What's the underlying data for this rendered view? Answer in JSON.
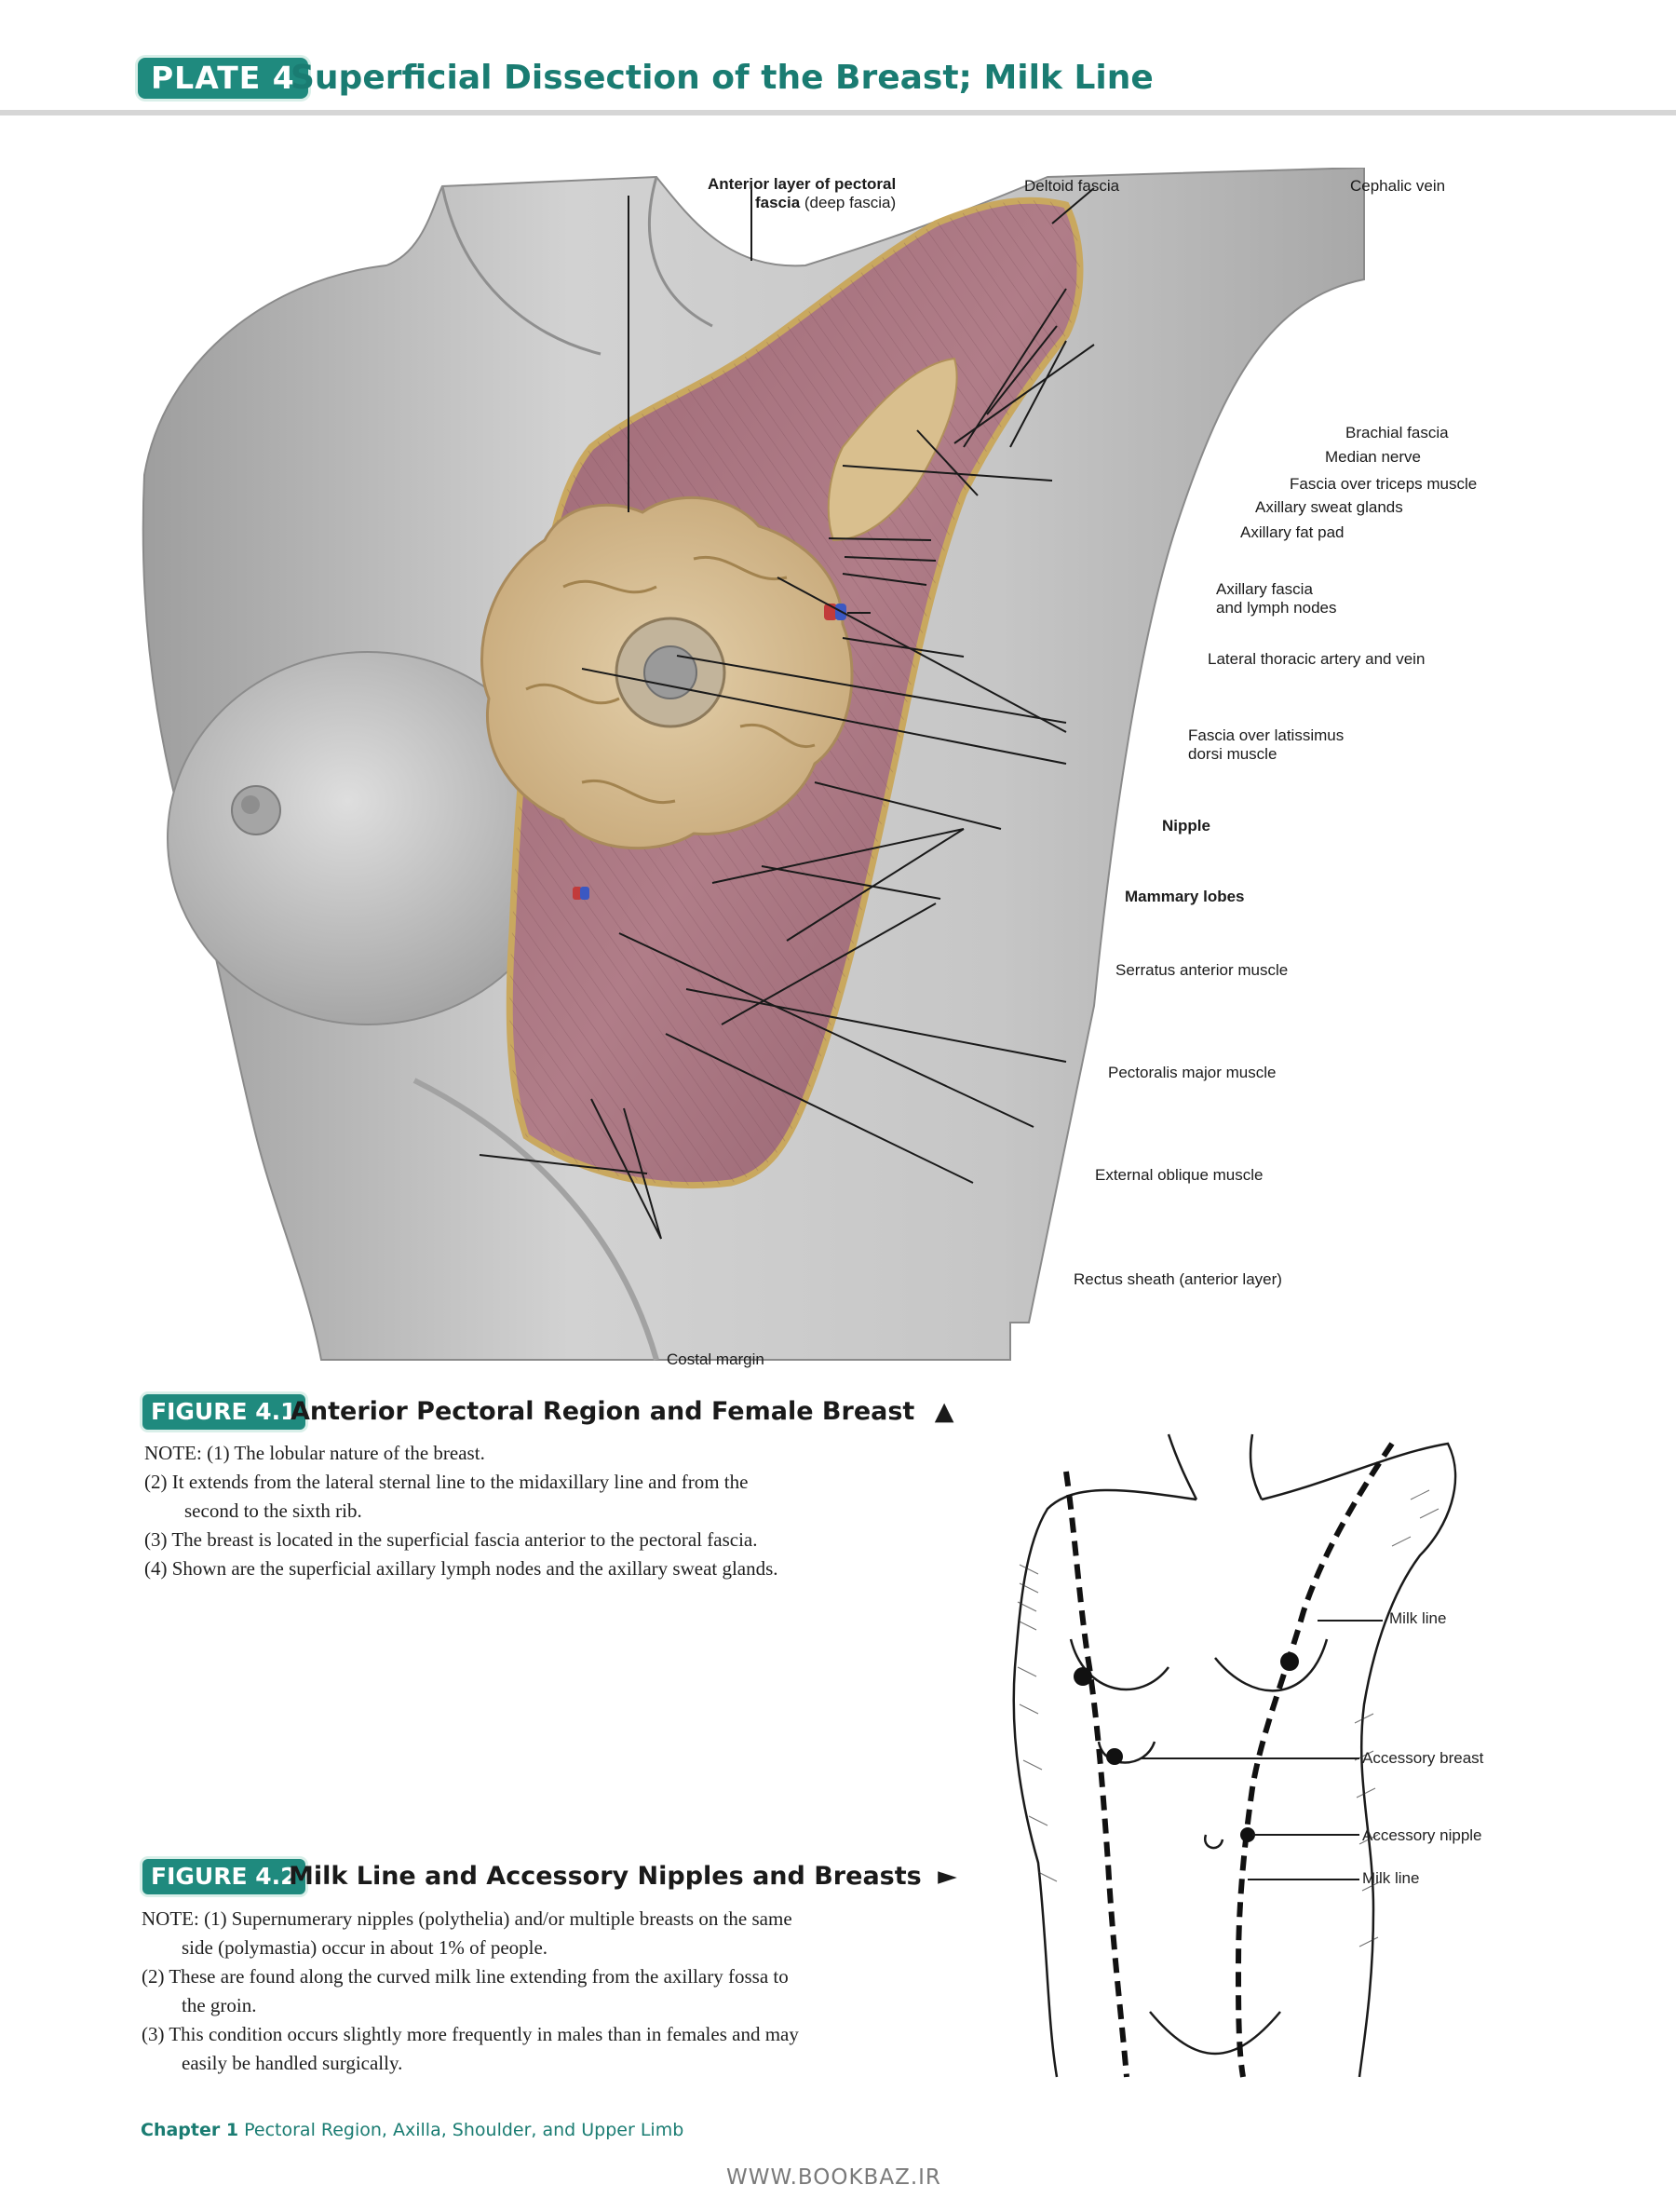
{
  "header": {
    "plate_label": "PLATE 4",
    "title": "Superficial Dissection of the Breast; Milk Line"
  },
  "figure1": {
    "labels": {
      "anterior_layer_line1": "Anterior layer of pectoral",
      "anterior_layer_line2_bold": "fascia",
      "anterior_layer_line2_rest": " (deep fascia)",
      "deltoid_fascia": "Deltoid fascia",
      "cephalic_vein": "Cephalic vein",
      "brachial_fascia": "Brachial fascia",
      "median_nerve": "Median nerve",
      "fascia_triceps": "Fascia over triceps muscle",
      "axillary_sweat_glands": "Axillary sweat glands",
      "axillary_fat_pad": "Axillary fat pad",
      "axillary_fascia_line1": "Axillary fascia",
      "axillary_fascia_line2": "and lymph nodes",
      "lateral_thoracic": "Lateral thoracic artery and vein",
      "fascia_latissimus_line1": "Fascia over latissimus",
      "fascia_latissimus_line2": "dorsi muscle",
      "nipple": "Nipple",
      "mammary_lobes": "Mammary lobes",
      "serratus_anterior": "Serratus anterior muscle",
      "pectoralis_major": "Pectoralis major muscle",
      "external_oblique": "External oblique muscle",
      "rectus_sheath": "Rectus sheath (anterior layer)",
      "costal_margin": "Costal margin"
    },
    "caption": {
      "badge": "FIGURE 4.1",
      "title": "Anterior Pectoral Region and Female Breast",
      "arrow": "▲",
      "notes": [
        "NOTE: (1)  The lobular nature of the breast.",
        "(2)  It extends from the lateral sternal line to the midaxillary line and from the",
        "second to the sixth rib.",
        "(3)  The breast is located in the superficial fascia anterior to the pectoral fascia.",
        "(4)  Shown are the superficial axillary lymph nodes and the axillary sweat glands."
      ]
    }
  },
  "figure2": {
    "labels": {
      "milk_line_top": "Milk line",
      "accessory_breast": "Accessory breast",
      "accessory_nipple": "Accessory nipple",
      "milk_line_bottom": "Milk line"
    },
    "caption": {
      "badge": "FIGURE 4.2",
      "title": "Milk Line and Accessory Nipples and Breasts",
      "arrow": "►",
      "notes": [
        "NOTE: (1)  Supernumerary nipples (polythelia) and/or multiple breasts on the same",
        "side (polymastia) occur in about 1% of people.",
        "(2)  These are found along the curved milk line extending from the axillary fossa to",
        "the groin.",
        "(3)  This condition occurs slightly more frequently in males than in females and may",
        "easily be handled surgically."
      ]
    }
  },
  "footer": {
    "chapter_bold": "Chapter 1",
    "chapter_rest": " Pectoral Region, Axilla, Shoulder, and Upper Limb",
    "watermark": "WWW.BOOKBAZ.IR"
  },
  "colors": {
    "accent": "#1f8a7e",
    "title_teal": "#1a7c72",
    "muscle": "#a9707c",
    "breast_lobes": "#d6bd94",
    "skin_gray": "#bdbdbd"
  }
}
